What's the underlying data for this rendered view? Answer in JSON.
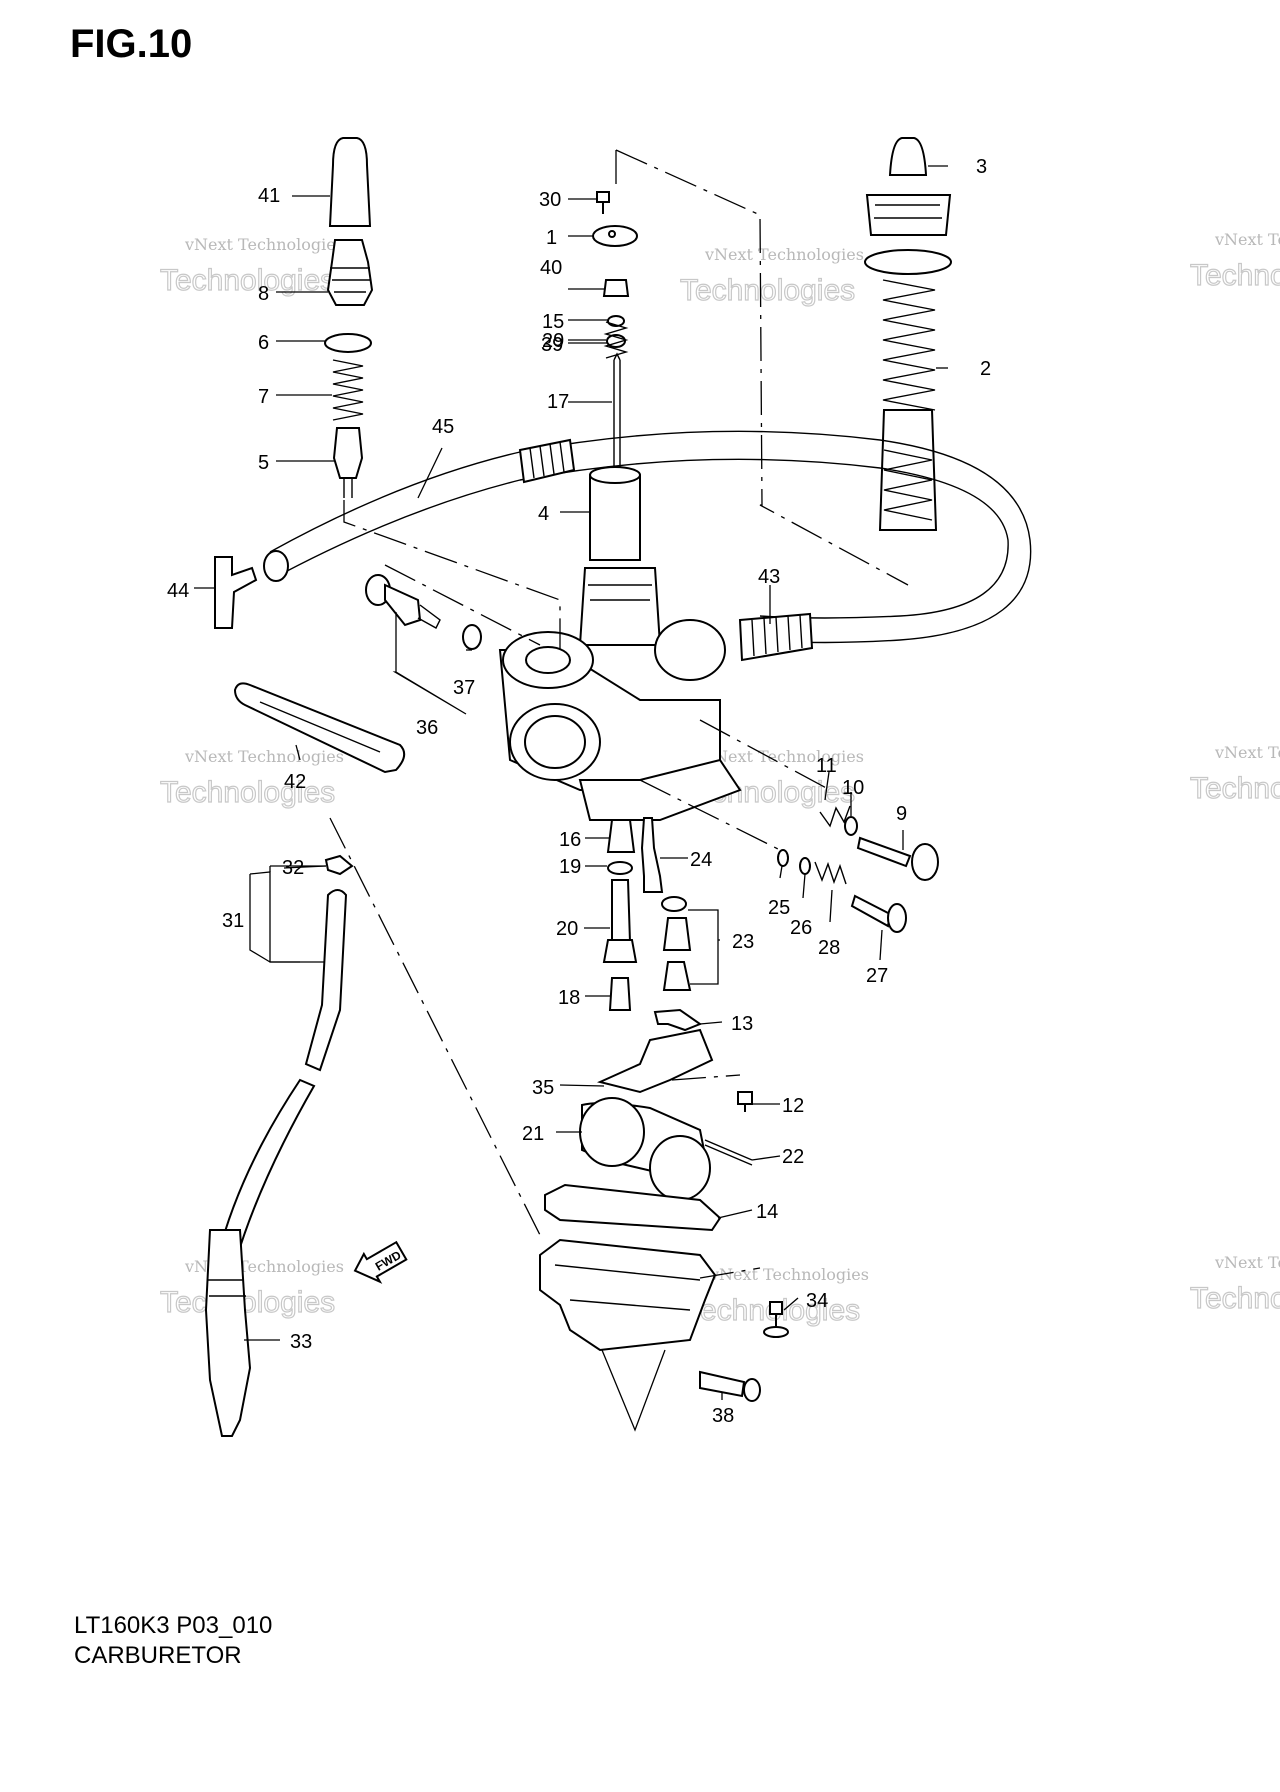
{
  "figure": {
    "title": "FIG.10",
    "model_code": "LT160K3 P03_010",
    "assembly_name": "CARBURETOR",
    "fwd_label": "FWD"
  },
  "watermark": {
    "line1": "vNext Technologies",
    "line2": "Technologies"
  },
  "callouts": [
    "1",
    "2",
    "3",
    "4",
    "5",
    "6",
    "7",
    "8",
    "9",
    "10",
    "11",
    "12",
    "13",
    "14",
    "15",
    "16",
    "17",
    "18",
    "19",
    "20",
    "21",
    "22",
    "23",
    "24",
    "25",
    "26",
    "27",
    "28",
    "29",
    "30",
    "31",
    "32",
    "33",
    "34",
    "35",
    "36",
    "37",
    "38",
    "39",
    "40",
    "41",
    "42",
    "43",
    "44",
    "45"
  ]
}
